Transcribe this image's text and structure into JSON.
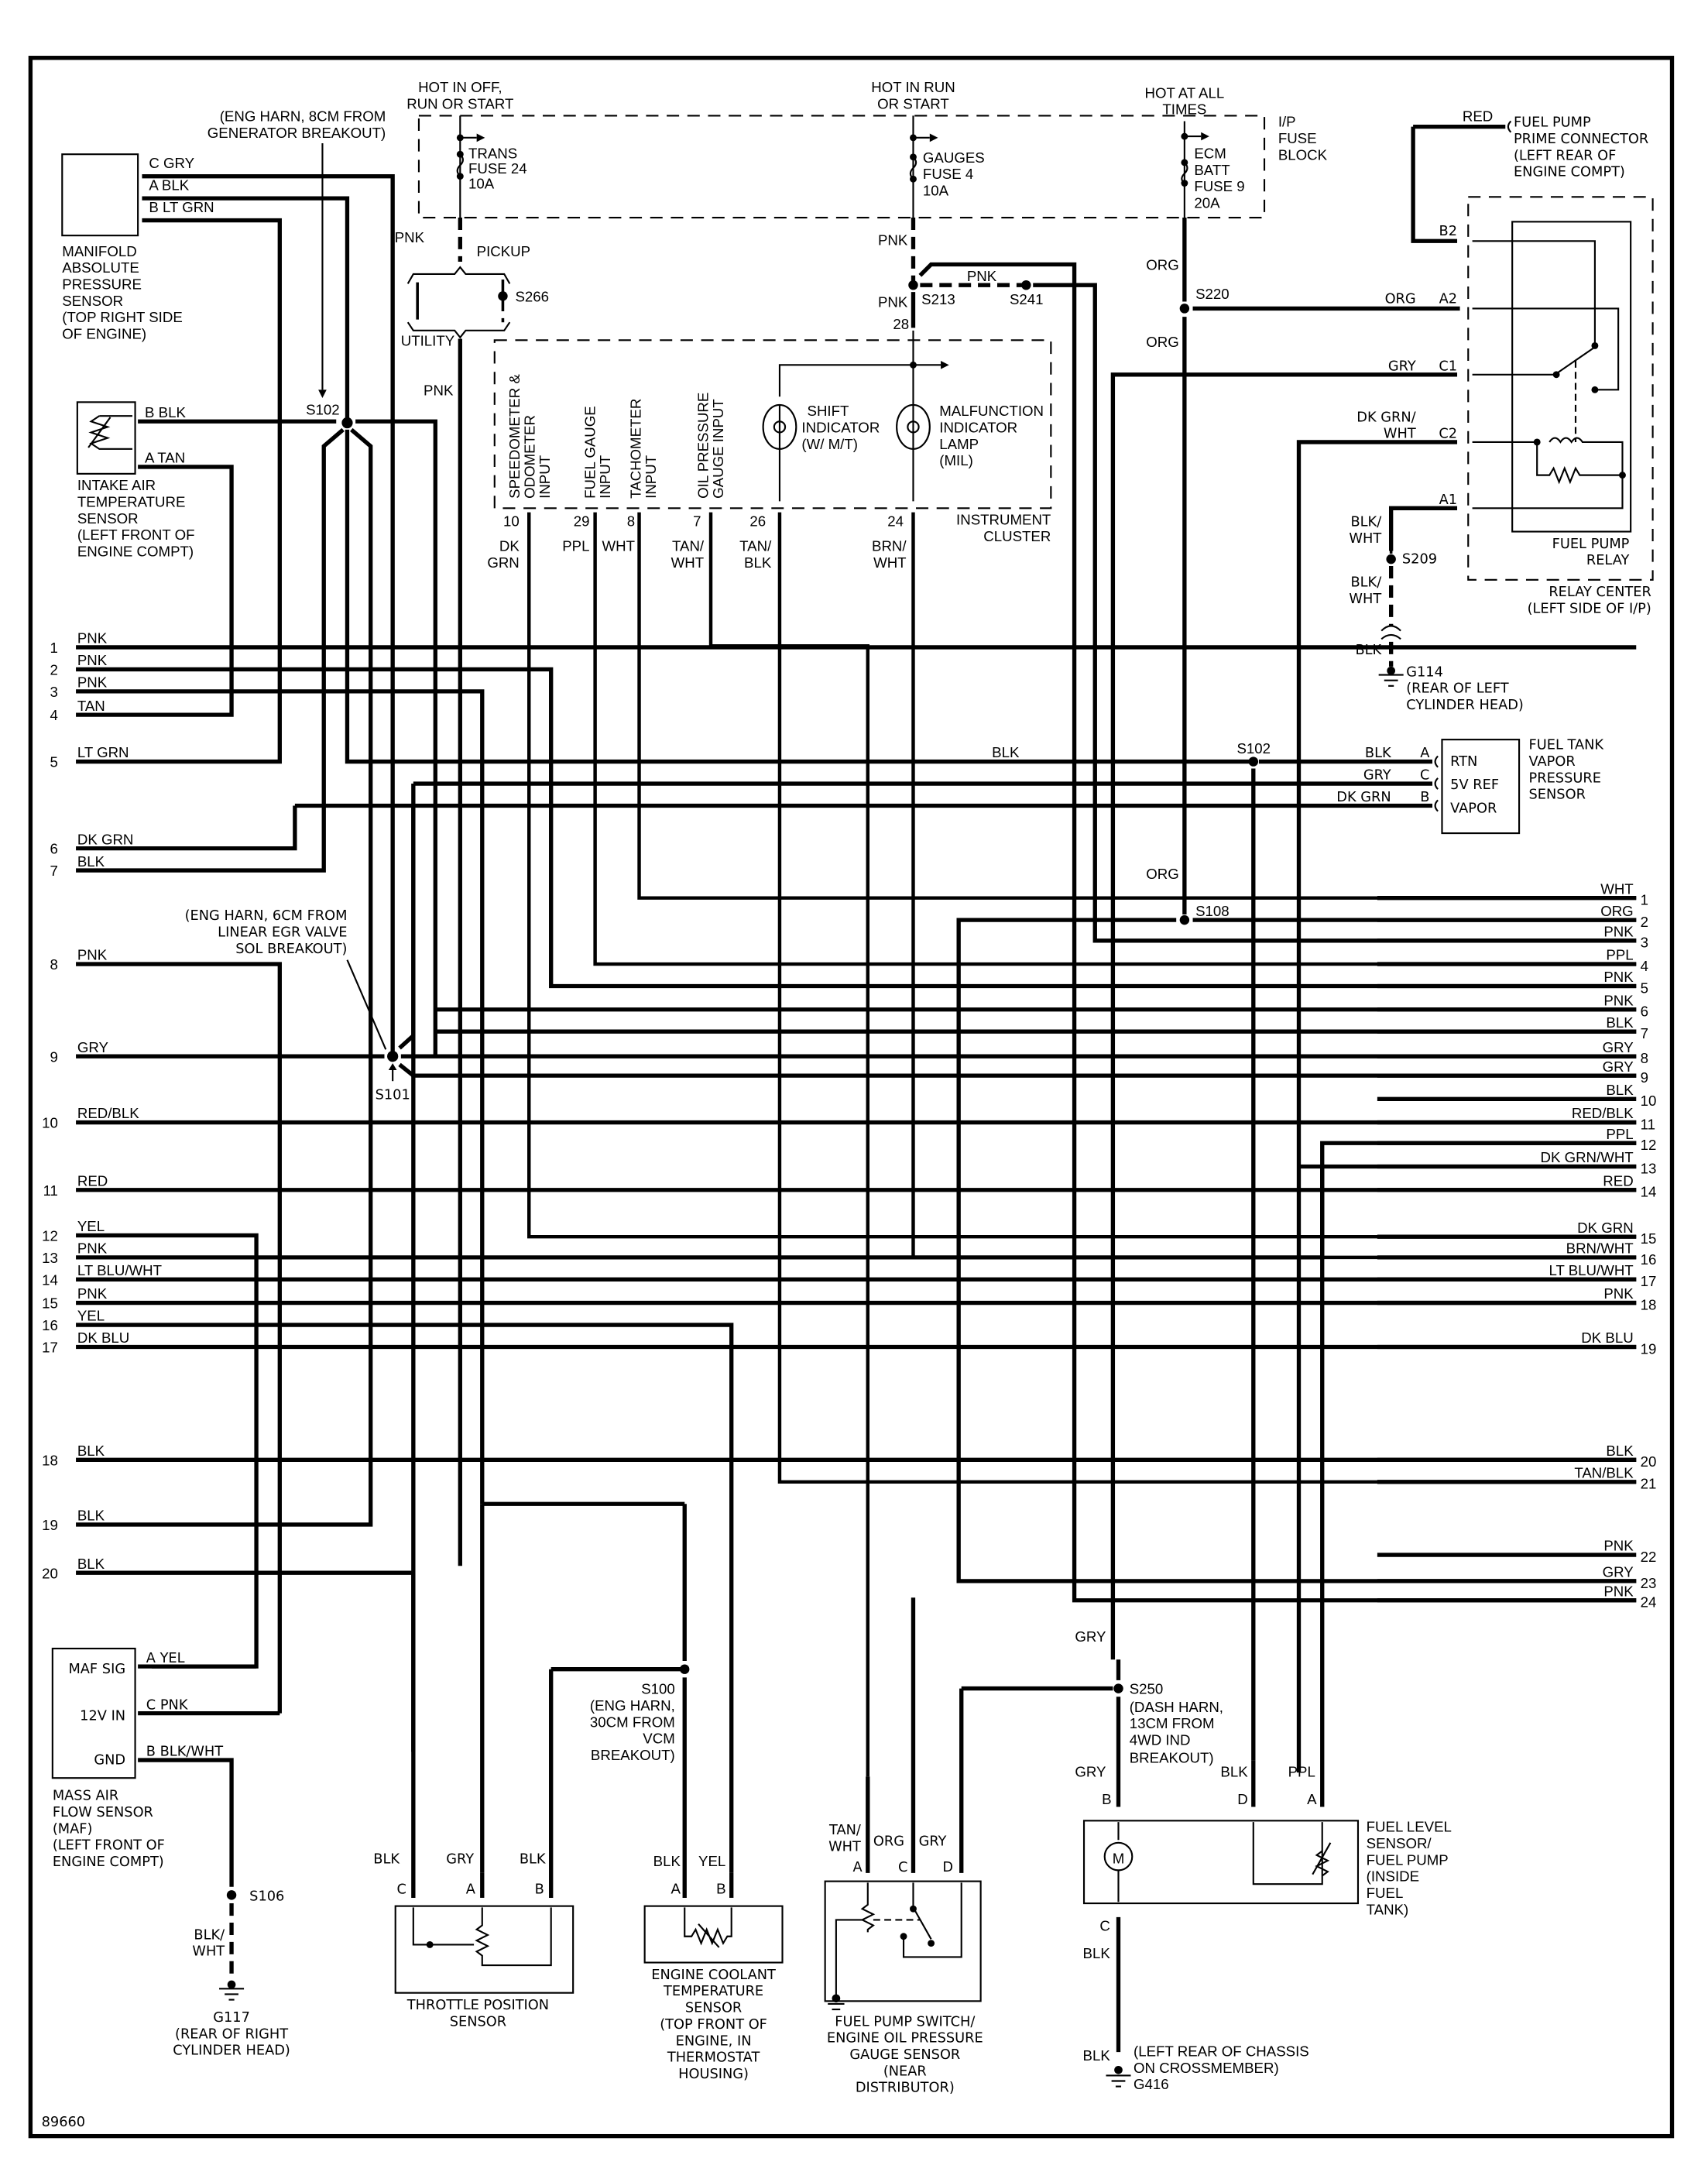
{
  "diagram": {
    "figure_id": "89660",
    "power": {
      "hot_off_run_start": [
        "HOT IN OFF,",
        "RUN OR START"
      ],
      "hot_run_start": [
        "HOT IN RUN",
        "OR START"
      ],
      "hot_all_times": [
        "HOT AT ALL",
        "TIMES"
      ],
      "fuse_block": [
        "I/P",
        "FUSE",
        "BLOCK"
      ],
      "fuse_trans": [
        "TRANS",
        "FUSE 24",
        "10A"
      ],
      "fuse_gauges": [
        "GAUGES",
        "FUSE 4",
        "10A"
      ],
      "fuse_ecm": [
        "ECM",
        "BATT",
        "FUSE 9",
        "20A"
      ]
    },
    "splices": {
      "s102_note": [
        "(ENG HARN, 8CM FROM",
        "GENERATOR BREAKOUT)"
      ],
      "s101_note": [
        "(ENG HARN, 6CM FROM",
        "LINEAR EGR VALVE",
        "SOL BREAKOUT)"
      ],
      "s100_note": [
        "S100",
        "(ENG HARN,",
        "30CM FROM",
        "VCM",
        "BREAKOUT)"
      ],
      "s250_note": [
        "S250",
        "(DASH HARN,",
        "13CM FROM",
        "4WD IND",
        "BREAKOUT)"
      ],
      "s102": "S102",
      "s101": "S101",
      "s266": "S266",
      "s213": "S213",
      "s241": "S241",
      "s220": "S220",
      "s209": "S209",
      "s108": "S108",
      "s102b": "S102",
      "s106": "S106"
    },
    "pickup_label": "PICKUP",
    "utility_label": "UTILITY",
    "map_sensor": {
      "name": [
        "MANIFOLD",
        "ABSOLUTE",
        "PRESSURE",
        "SENSOR",
        "(TOP RIGHT SIDE",
        "OF ENGINE)"
      ],
      "pins": [
        "C  GRY",
        "A  BLK",
        "B  LT GRN"
      ]
    },
    "iat_sensor": {
      "name": [
        "INTAKE AIR",
        "TEMPERATURE",
        "SENSOR",
        "(LEFT FRONT OF",
        "ENGINE COMPT)"
      ],
      "pins": [
        "B  BLK",
        "A  TAN"
      ]
    },
    "cluster": {
      "name": [
        "INSTRUMENT",
        "CLUSTER"
      ],
      "inputs": [
        {
          "label": [
            "SPEEDOMETER &",
            "ODOMETER",
            "INPUT"
          ],
          "pin": "10",
          "wire": [
            "DK",
            "GRN"
          ]
        },
        {
          "label": [
            "FUEL GAUGE",
            "INPUT"
          ],
          "pin": "29",
          "wire": [
            "PPL"
          ]
        },
        {
          "label": [
            "TACHOMETER",
            "INPUT"
          ],
          "pin": "8",
          "wire": [
            "WHT"
          ]
        },
        {
          "label": [
            "OIL PRESSURE",
            "GAUGE INPUT"
          ],
          "pin": "7",
          "wire": [
            "TAN/",
            "WHT"
          ]
        }
      ],
      "shift_indicator": [
        "SHIFT",
        "INDICATOR",
        "(W/ M/T)"
      ],
      "mil": [
        "MALFUNCTION",
        "INDICATOR",
        "LAMP",
        "(MIL)"
      ],
      "shift_pin": "26",
      "shift_wire": [
        "TAN/",
        "BLK"
      ],
      "mil_pin": "24",
      "mil_wire": [
        "BRN/",
        "WHT"
      ],
      "feed_pin": "28",
      "feed_wire": "PNK"
    },
    "fuel_pump_prime": {
      "name": [
        "FUEL PUMP",
        "PRIME CONNECTOR",
        "(LEFT REAR OF",
        "ENGINE COMPT)"
      ],
      "wire": "RED"
    },
    "relay_center": {
      "name": [
        "RELAY CENTER",
        "(LEFT SIDE OF I/P)"
      ],
      "relay_name": [
        "FUEL PUMP",
        "RELAY"
      ],
      "pins": [
        {
          "pin": "B2",
          "wire": ""
        },
        {
          "pin": "A2",
          "wire": "ORG"
        },
        {
          "pin": "C1",
          "wire": "GRY"
        },
        {
          "pin": "C2",
          "wire": [
            "DK GRN/",
            "WHT"
          ]
        },
        {
          "pin": "A1",
          "wire": ""
        }
      ]
    },
    "g114": {
      "wire_upper": [
        "BLK/",
        "WHT"
      ],
      "wire_lower": [
        "BLK/",
        "WHT"
      ],
      "wire_blk": "BLK",
      "name": [
        "G114",
        "(REAR OF LEFT",
        "CYLINDER HEAD)"
      ]
    },
    "fuel_tank_vapor": {
      "name": [
        "FUEL TANK",
        "VAPOR",
        "PRESSURE",
        "SENSOR"
      ],
      "pins": [
        {
          "wire": "BLK",
          "pin": "A",
          "func": "RTN"
        },
        {
          "wire": "GRY",
          "pin": "C",
          "func": "5V REF"
        },
        {
          "wire": "DK GRN",
          "pin": "B",
          "func": "VAPOR"
        }
      ],
      "main_wire": "BLK"
    },
    "left_connector": [
      {
        "n": "1",
        "wire": "PNK"
      },
      {
        "n": "2",
        "wire": "PNK"
      },
      {
        "n": "3",
        "wire": "PNK"
      },
      {
        "n": "4",
        "wire": "TAN"
      },
      {
        "n": "5",
        "wire": "LT GRN"
      },
      {
        "n": "6",
        "wire": "DK GRN"
      },
      {
        "n": "7",
        "wire": "BLK"
      },
      {
        "n": "8",
        "wire": "PNK"
      },
      {
        "n": "9",
        "wire": "GRY"
      },
      {
        "n": "10",
        "wire": "RED/BLK"
      },
      {
        "n": "11",
        "wire": "RED"
      },
      {
        "n": "12",
        "wire": "YEL"
      },
      {
        "n": "13",
        "wire": "PNK"
      },
      {
        "n": "14",
        "wire": "LT BLU/WHT"
      },
      {
        "n": "15",
        "wire": "PNK"
      },
      {
        "n": "16",
        "wire": "YEL"
      },
      {
        "n": "17",
        "wire": "DK BLU"
      },
      {
        "n": "18",
        "wire": "BLK"
      },
      {
        "n": "19",
        "wire": "BLK"
      },
      {
        "n": "20",
        "wire": "BLK"
      }
    ],
    "right_connector": [
      {
        "n": "1",
        "wire": "WHT"
      },
      {
        "n": "2",
        "wire": "ORG"
      },
      {
        "n": "3",
        "wire": "PNK"
      },
      {
        "n": "4",
        "wire": "PPL"
      },
      {
        "n": "5",
        "wire": "PNK"
      },
      {
        "n": "6",
        "wire": "PNK"
      },
      {
        "n": "7",
        "wire": "BLK"
      },
      {
        "n": "8",
        "wire": "GRY"
      },
      {
        "n": "9",
        "wire": "GRY"
      },
      {
        "n": "10",
        "wire": "BLK"
      },
      {
        "n": "11",
        "wire": "RED/BLK"
      },
      {
        "n": "12",
        "wire": "PPL"
      },
      {
        "n": "13",
        "wire": "DK GRN/WHT"
      },
      {
        "n": "14",
        "wire": "RED"
      },
      {
        "n": "15",
        "wire": "DK GRN"
      },
      {
        "n": "16",
        "wire": "BRN/WHT"
      },
      {
        "n": "17",
        "wire": "LT BLU/WHT"
      },
      {
        "n": "18",
        "wire": "PNK"
      },
      {
        "n": "19",
        "wire": "DK BLU"
      },
      {
        "n": "20",
        "wire": "BLK"
      },
      {
        "n": "21",
        "wire": "TAN/BLK"
      },
      {
        "n": "22",
        "wire": "PNK"
      },
      {
        "n": "23",
        "wire": "GRY"
      },
      {
        "n": "24",
        "wire": "PNK"
      }
    ],
    "wire_labels": {
      "pnk_top": "PNK",
      "pnk_cluster": "PNK",
      "pnk_s213_upper": "PNK",
      "pnk_s241": "PNK",
      "pnk_utility": "PNK",
      "org_upper": "ORG",
      "org_lower": "ORG",
      "org_s108": "ORG",
      "gry_s250": "GRY"
    },
    "maf_sensor": {
      "name": [
        "MASS AIR",
        "FLOW SENSOR",
        "(MAF)",
        "(LEFT FRONT OF",
        "ENGINE COMPT)"
      ],
      "funcs": [
        "MAF SIG",
        "12V IN",
        "GND"
      ],
      "pins": [
        "A  YEL",
        "C  PNK",
        "B  BLK/WHT"
      ]
    },
    "g117": {
      "wire": [
        "BLK/",
        "WHT"
      ],
      "name": [
        "G117",
        "(REAR OF RIGHT",
        "CYLINDER HEAD)"
      ]
    },
    "tps": {
      "name": [
        "THROTTLE POSITION",
        "SENSOR"
      ],
      "pins": [
        {
          "pin": "C",
          "wire": "BLK"
        },
        {
          "pin": "A",
          "wire": "GRY"
        },
        {
          "pin": "B",
          "wire": "BLK"
        }
      ]
    },
    "ect": {
      "name": [
        "ENGINE COOLANT",
        "TEMPERATURE",
        "SENSOR",
        "(TOP FRONT OF",
        "ENGINE, IN",
        "THERMOSTAT",
        "HOUSING)"
      ],
      "pins": [
        {
          "pin": "A",
          "wire": "BLK"
        },
        {
          "pin": "B",
          "wire": "YEL"
        }
      ]
    },
    "oil_switch": {
      "name": [
        "FUEL PUMP SWITCH/",
        "ENGINE OIL PRESSURE",
        "GAUGE SENSOR",
        "(NEAR",
        "DISTRIBUTOR)"
      ],
      "pins": [
        {
          "pin": "A",
          "wire": [
            "TAN/",
            "WHT"
          ]
        },
        {
          "pin": "C",
          "wire": [
            "ORG"
          ]
        },
        {
          "pin": "D",
          "wire": [
            "GRY"
          ]
        }
      ]
    },
    "fuel_level": {
      "name": [
        "FUEL LEVEL",
        "SENSOR/",
        "FUEL PUMP",
        "(INSIDE",
        "FUEL",
        "TANK)"
      ],
      "pins": [
        {
          "pin": "B",
          "wire": "GRY"
        },
        {
          "pin": "D",
          "wire": "BLK"
        },
        {
          "pin": "A",
          "wire": "PPL"
        }
      ],
      "ground_pin": "C",
      "ground_wire_upper": "BLK",
      "ground_wire_lower": "BLK",
      "motor_symbol": "M",
      "ground_name": [
        "(LEFT REAR OF CHASSIS",
        "ON CROSSMEMBER)",
        "G416"
      ]
    }
  }
}
